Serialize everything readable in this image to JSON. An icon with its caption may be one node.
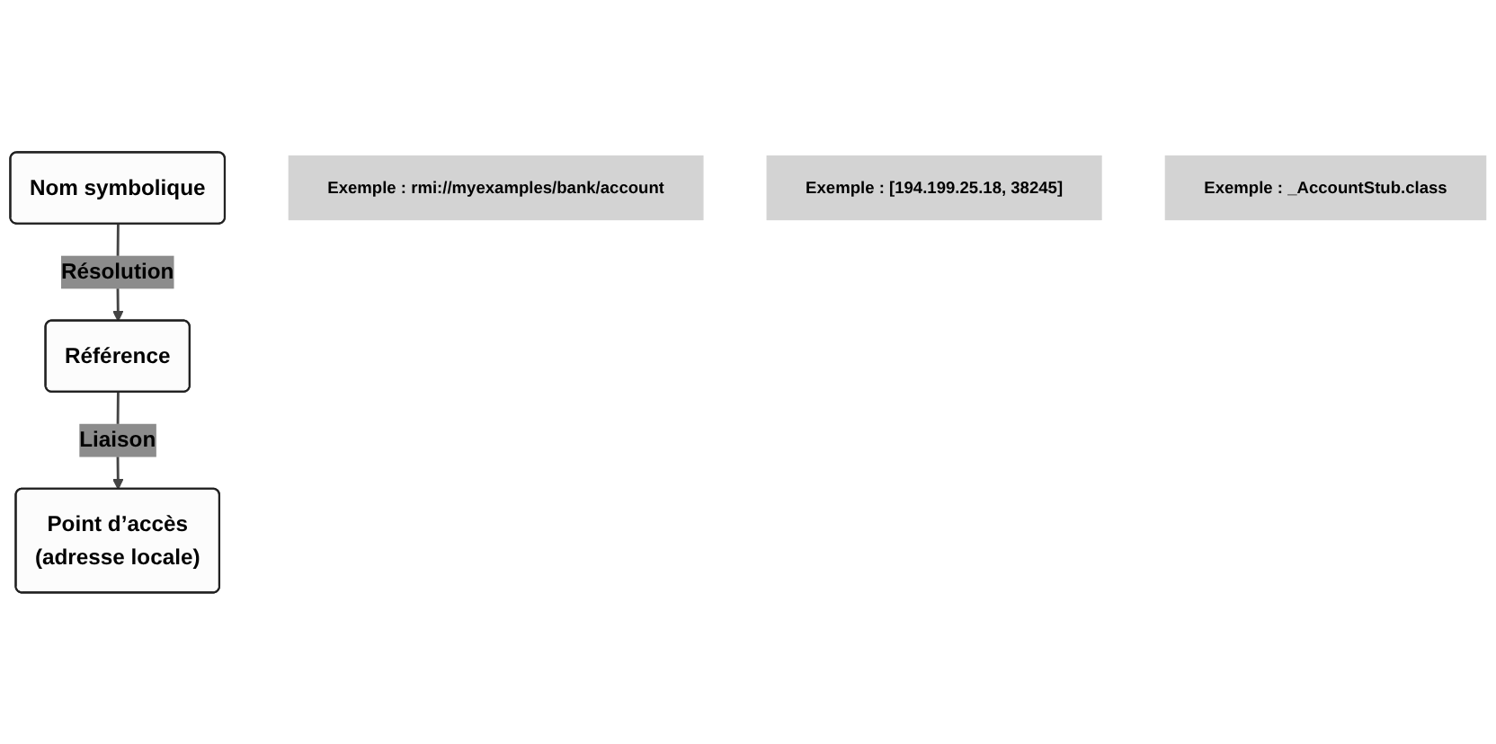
{
  "diagram": {
    "nodes": [
      {
        "text": [
          "Nom symbolique"
        ]
      },
      {
        "text": [
          "Exemple : rmi://myexamples/bank/account"
        ]
      },
      {
        "text": [
          "Référence"
        ]
      },
      {
        "text": [
          "Exemple : [194.199.25.18, 38245]"
        ]
      },
      {
        "text": [
          "Point d’accès",
          "(adresse locale)"
        ]
      },
      {
        "text": [
          "Exemple : _AccountStub.class"
        ]
      }
    ],
    "edges": [
      {
        "from": 0,
        "to": 2,
        "arrow": "to",
        "label": "Résolution"
      },
      {
        "from": 2,
        "to": 4,
        "arrow": "to",
        "label": "Liaison"
      }
    ]
  }
}
